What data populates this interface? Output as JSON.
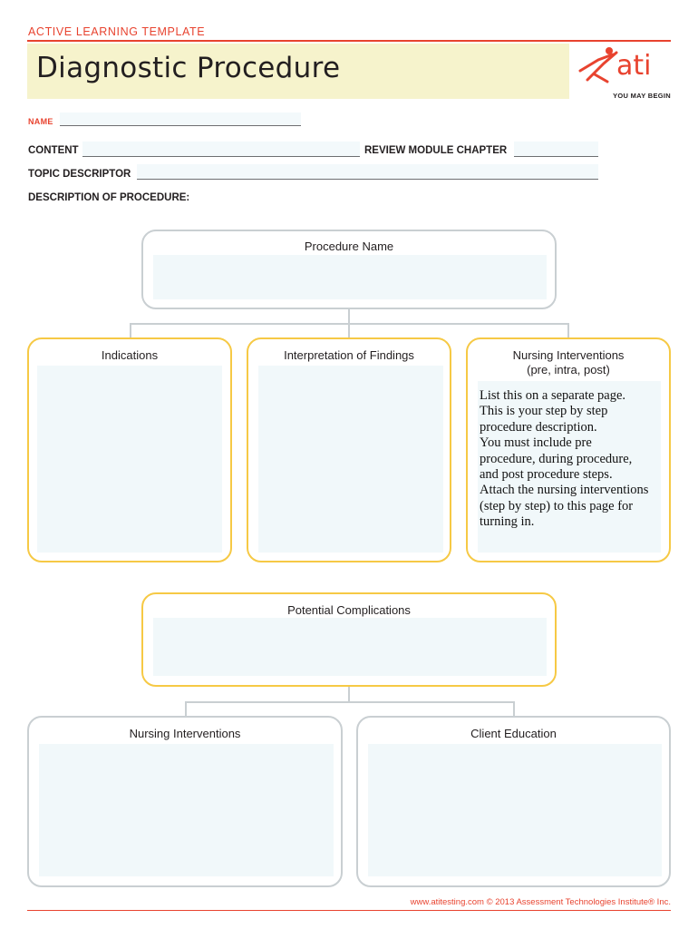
{
  "header": {
    "label": "ACTIVE LEARNING TEMPLATE",
    "title": "Diagnostic Procedure",
    "logo_text": "ati",
    "logo_tagline": "YOU MAY BEGIN",
    "logo_icon": "ati-figure-logo-icon"
  },
  "fields": {
    "name_label": "NAME",
    "content_label": "CONTENT",
    "review_label": "REVIEW MODULE CHAPTER",
    "topic_label": "TOPIC DESCRIPTOR",
    "description_label": "DESCRIPTION OF PROCEDURE:"
  },
  "boxes": {
    "procedure_name": "Procedure Name",
    "indications": "Indications",
    "interpretation": "Interpretation of Findings",
    "nursing_interventions_title": "Nursing Interventions",
    "nursing_interventions_sub": "(pre, intra, post)",
    "potential_complications": "Potential Complications",
    "nursing_interventions_bottom": "Nursing Interventions",
    "client_education": "Client Education"
  },
  "note": {
    "lines": [
      "List this on a separate page.",
      "This is your step by step",
      "procedure description.",
      "You must include pre",
      "procedure, during procedure,",
      "and post procedure steps.",
      "Attach the nursing interventions",
      "(step by step) to this page for",
      "turning in."
    ]
  },
  "footer": {
    "text": "www.atitesting.com   © 2013 Assessment Technologies Institute® Inc."
  },
  "colors": {
    "accent_red": "#e8432f",
    "title_band": "#f6f3cc",
    "box_yellow": "#f6c945",
    "box_gray": "#c9cfd2",
    "fill_blue": "#f1f8fa"
  }
}
